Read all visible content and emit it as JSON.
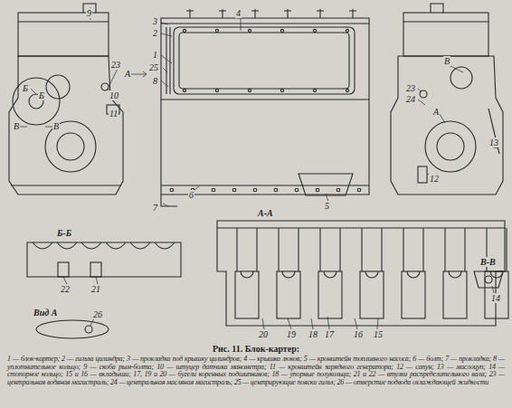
{
  "diagram": {
    "title": "Рис. 11. Блок-картер:",
    "caption": "1 — блок-картер; 2 — гильза цилиндра; 3 — прокладка под крышку цилиндров; 4 — крышка люков; 5 — кронштейн топливного насоса; 6 — болт; 7 — прокладка; 8 — уплотнительное кольцо; 9 — скоба рым-болта; 10 — штуцер датчика манометра; 11 — кронштейн зарядного генератора; 12 — сапун; 13 — маслоцуп; 14 — стопорное кольцо; 15 и 16 — вкладыши; 17, 19 и 20 — бугели коренных подшипников; 18 — упорные полукольца; 21 и 22 — втулки распределительного вала; 23 — центральная водяная магистраль; 24 — центральная масляная магистраль; 25 — центрирующие пояски гильз; 26 — отверстие подвода охлаждающей жидкости",
    "labels": [
      "9",
      "23",
      "А",
      "10",
      "11",
      "Б",
      "Б",
      "В",
      "В",
      "3",
      "2",
      "1",
      "4",
      "25",
      "8",
      "7",
      "6",
      "5",
      "В",
      "23",
      "24",
      "А",
      "13",
      "12",
      "А-А",
      "20",
      "19",
      "18",
      "17",
      "16",
      "15",
      "Б-Б",
      "22",
      "21",
      "Вид А",
      "26",
      "В-В",
      "14"
    ]
  }
}
